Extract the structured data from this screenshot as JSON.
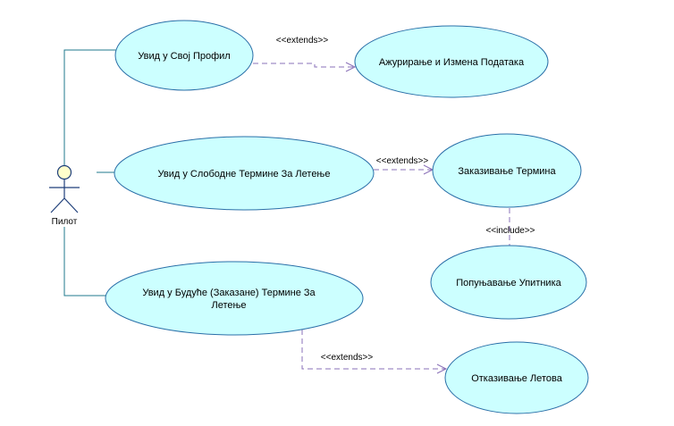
{
  "diagram": {
    "actor": {
      "name": "Пилот"
    },
    "use_cases": {
      "profile": "Увид у Свој Профил",
      "update": "Ажурирање и Измена Података",
      "free_slots": "Увид у Слободне Термине За Летење",
      "schedule": "Заказивање Термина",
      "questionnaire": "Попуњавање Упитника",
      "future_slots_line1": "Увид у Будуће (Заказане) Термине За",
      "future_slots_line2": "Летење",
      "cancel": "Отказивање Летова"
    },
    "relations": {
      "extends_1": "<<extends>>",
      "extends_2": "<<extends>>",
      "include_1": "<<include>>",
      "extends_3": "<<extends>>"
    },
    "colors": {
      "ellipse_fill": "#ccffff",
      "ellipse_stroke": "#2a6fa8",
      "assoc_line": "#1f7a8c",
      "dep_line": "#8a70b8",
      "actor_fill": "#ffffcc"
    }
  }
}
